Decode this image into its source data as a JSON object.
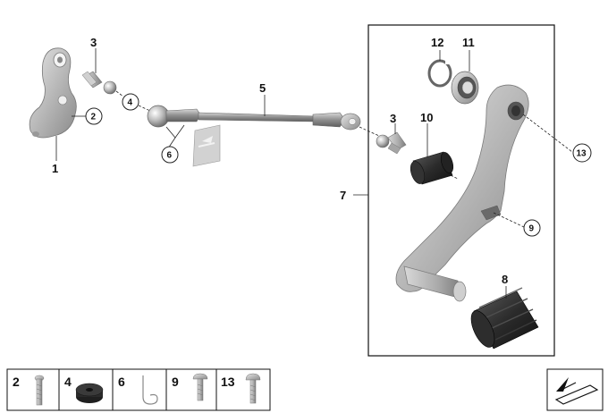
{
  "callouts": {
    "c1": "1",
    "c2": "2",
    "c3a": "3",
    "c3b": "3",
    "c4": "4",
    "c5": "5",
    "c6": "6",
    "c7": "7",
    "c8": "8",
    "c9": "9",
    "c10": "10",
    "c11": "11",
    "c12": "12",
    "c13": "13"
  },
  "parts_table": [
    {
      "label": "2"
    },
    {
      "label": "4"
    },
    {
      "label": "6"
    },
    {
      "label": "9"
    },
    {
      "label": "13"
    }
  ],
  "icons": {
    "direction": "view-direction-icon"
  }
}
